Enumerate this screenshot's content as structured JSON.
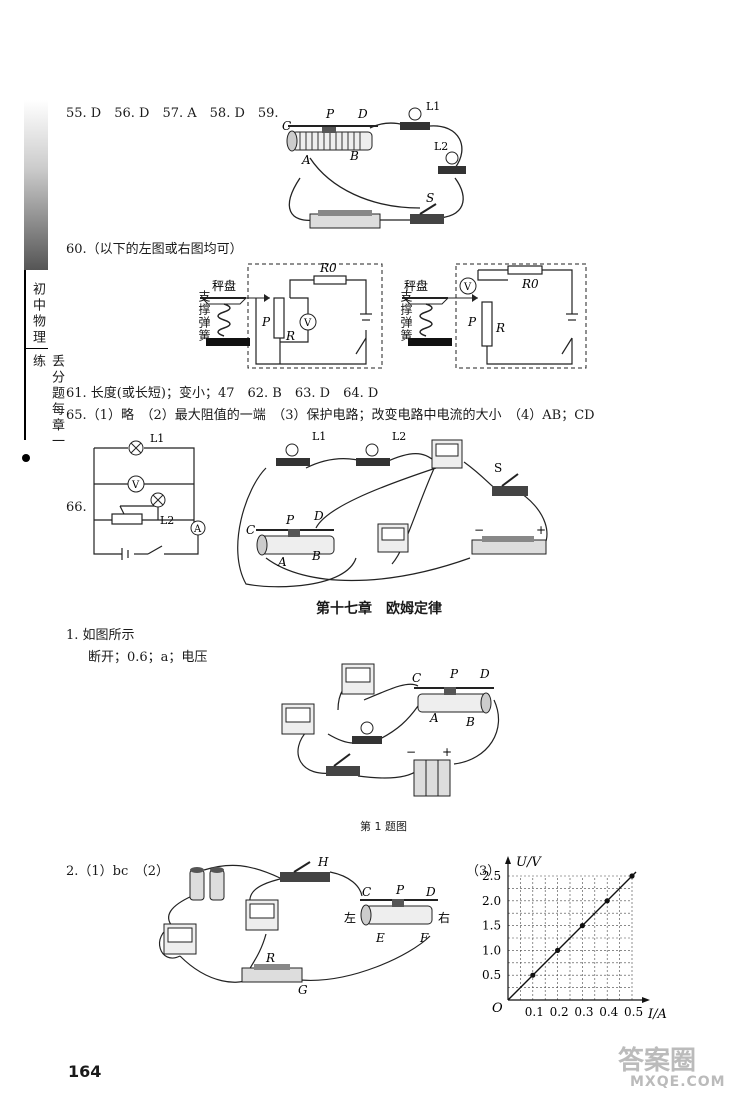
{
  "sidebar": {
    "series_title": "初中物理",
    "book_title": "丢分题每章一练"
  },
  "answers": {
    "line_55_59": "55. D　56. D　57. A　58. D　59.",
    "line_60": "60.（以下的左图或右图均可）",
    "line_61_64": "61. 长度(或长短)；变小；47　62. B　63. D　64. D",
    "line_65": "65.（1）略　（2）最大阻值的一端　（3）保护电路；改变电路中电流的大小　（4）AB；CD",
    "label_66": "66."
  },
  "fig59": {
    "C": "C",
    "P": "P",
    "D": "D",
    "A": "A",
    "B": "B",
    "L1": "L1",
    "L2": "L2",
    "S": "S"
  },
  "fig60": {
    "scale_pan": "秤盘",
    "support_spring": "支撑弹簧",
    "R0": "R0",
    "P": "P",
    "R": "R",
    "V": "V"
  },
  "fig66": {
    "L1": "L1",
    "L2": "L2",
    "V": "V",
    "A": "A",
    "C": "C",
    "P": "P",
    "D": "D",
    "B": "B",
    "S": "S",
    "minus": "−",
    "plus": "+"
  },
  "chapter": {
    "title": "第十七章　欧姆定律"
  },
  "q1": {
    "label": "1. 如图所示",
    "answer": "断开；0.6；a；电压",
    "caption": "第 1 题图",
    "labels": {
      "C": "C",
      "P": "P",
      "D": "D",
      "A": "A",
      "B": "B",
      "minus": "−",
      "plus": "+"
    }
  },
  "q2": {
    "label": "2.（1）bc　（2）",
    "part3": "（3）",
    "labels": {
      "H": "H",
      "C": "C",
      "P": "P",
      "D": "D",
      "left": "左",
      "right": "右",
      "E": "E",
      "F": "F",
      "R": "R",
      "G": "G"
    }
  },
  "chart_data": {
    "type": "line",
    "title": "",
    "xlabel": "I/A",
    "ylabel": "U/V",
    "origin_label": "O",
    "x_ticks": [
      "0.1",
      "0.2",
      "0.3",
      "0.4",
      "0.5"
    ],
    "y_ticks": [
      "0.5",
      "1.0",
      "1.5",
      "2.0",
      "2.5"
    ],
    "xlim": [
      0,
      0.5
    ],
    "ylim": [
      0,
      2.5
    ],
    "grid": true,
    "series": [
      {
        "x": [
          0.1,
          0.2,
          0.3,
          0.4,
          0.5
        ],
        "y": [
          0.5,
          1.0,
          1.5,
          2.0,
          2.5
        ]
      }
    ]
  },
  "footer": {
    "page_number": "164",
    "watermark": "答案圈",
    "watermark_url": "MXQE.COM"
  }
}
